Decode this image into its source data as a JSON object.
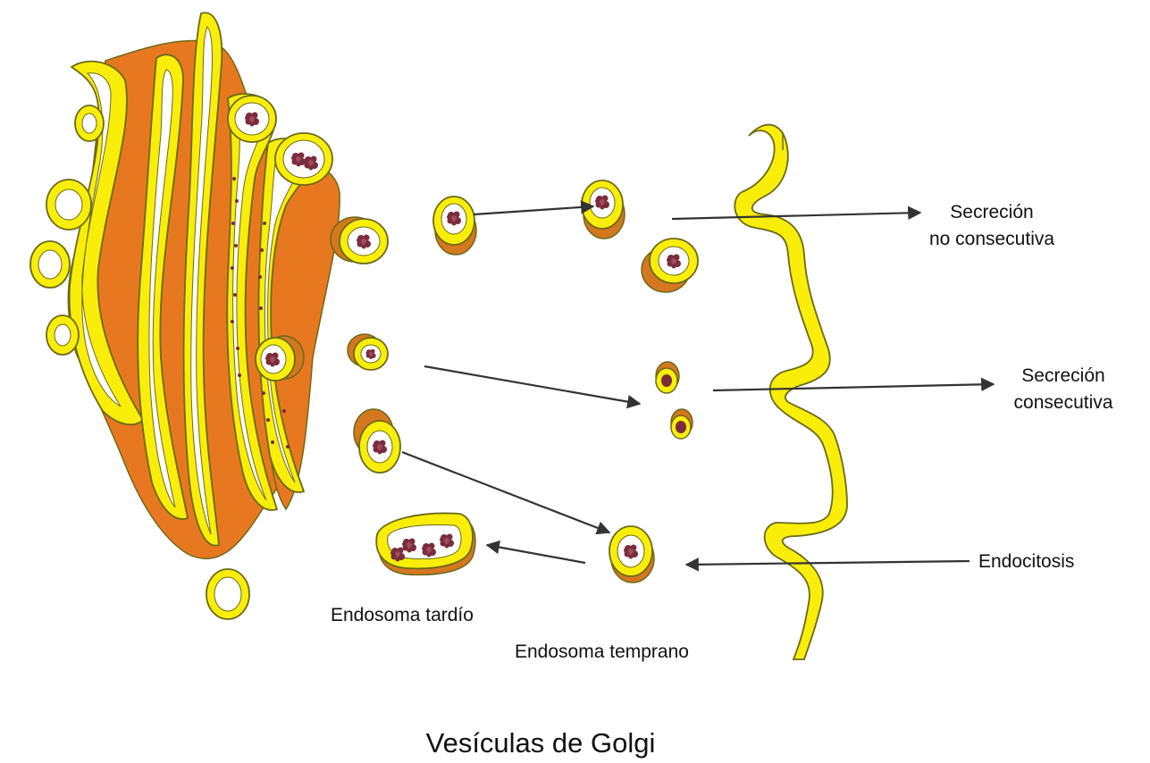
{
  "title": "Vesículas de Golgi",
  "labels": {
    "secretion_nonconstitutive_line1": "Secreción",
    "secretion_nonconstitutive_line2": "no consecutiva",
    "secretion_constitutive_line1": "Secreción",
    "secretion_constitutive_line2": "consecutiva",
    "endocytosis": "Endocitosis",
    "late_endosome": "Endosoma tardío",
    "early_endosome": "Endosoma temprano"
  },
  "colors": {
    "membrane_yellow": "#f9ed0a",
    "golgi_orange": "#e8781f",
    "vesicle_rim_orange": "#d4771f",
    "outline": "#6a6a1a",
    "cargo": "#7a2c3c",
    "arrow": "#333333",
    "text": "#111111"
  }
}
